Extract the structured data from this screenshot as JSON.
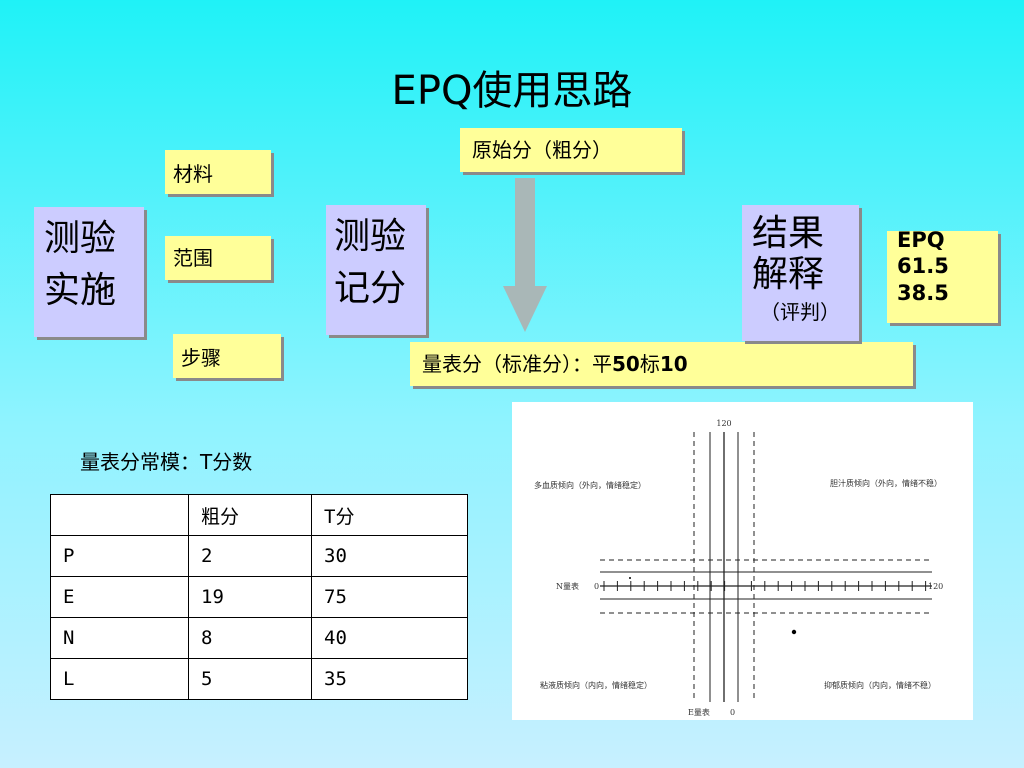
{
  "title": "EPQ使用思路",
  "left_block": {
    "line1": "测验",
    "line2": "实施"
  },
  "aspects": {
    "material": "材料",
    "scope": "范围",
    "steps": "步骤"
  },
  "middle_block": {
    "line1": "测验",
    "line2": "记分"
  },
  "raw_score_label": "原始分（粗分）",
  "standard_score_label": {
    "prefix": "量表分（标准分）：平",
    "mean": "50",
    "mid": "标",
    "sd": "10"
  },
  "result_block": {
    "line1": "结果",
    "line2": "解释",
    "sub": "（评判）"
  },
  "epq_box": {
    "label": "EPQ",
    "val1": "61.5",
    "val2": "38.5"
  },
  "norm_title": "量表分常模：T分数",
  "norm_table": {
    "headers": [
      "",
      "粗分",
      "T分"
    ],
    "rows": [
      [
        "P",
        "2",
        "30"
      ],
      [
        "E",
        "19",
        "75"
      ],
      [
        "N",
        "8",
        "40"
      ],
      [
        "L",
        "5",
        "35"
      ]
    ]
  },
  "profile_chart": {
    "top_value": "120",
    "right_value": "120",
    "left_zero": "0",
    "bottom_zero": "0",
    "n_axis_label": "N量表",
    "e_axis_label": "E量表",
    "quadrant_tl": "多血质倾向（外向，情绪稳定）",
    "quadrant_tr": "胆汁质倾向（外向，情绪不稳）",
    "quadrant_bl": "粘液质倾向（内向，情绪稳定）",
    "quadrant_br": "抑郁质倾向（内向，情绪不稳）"
  }
}
